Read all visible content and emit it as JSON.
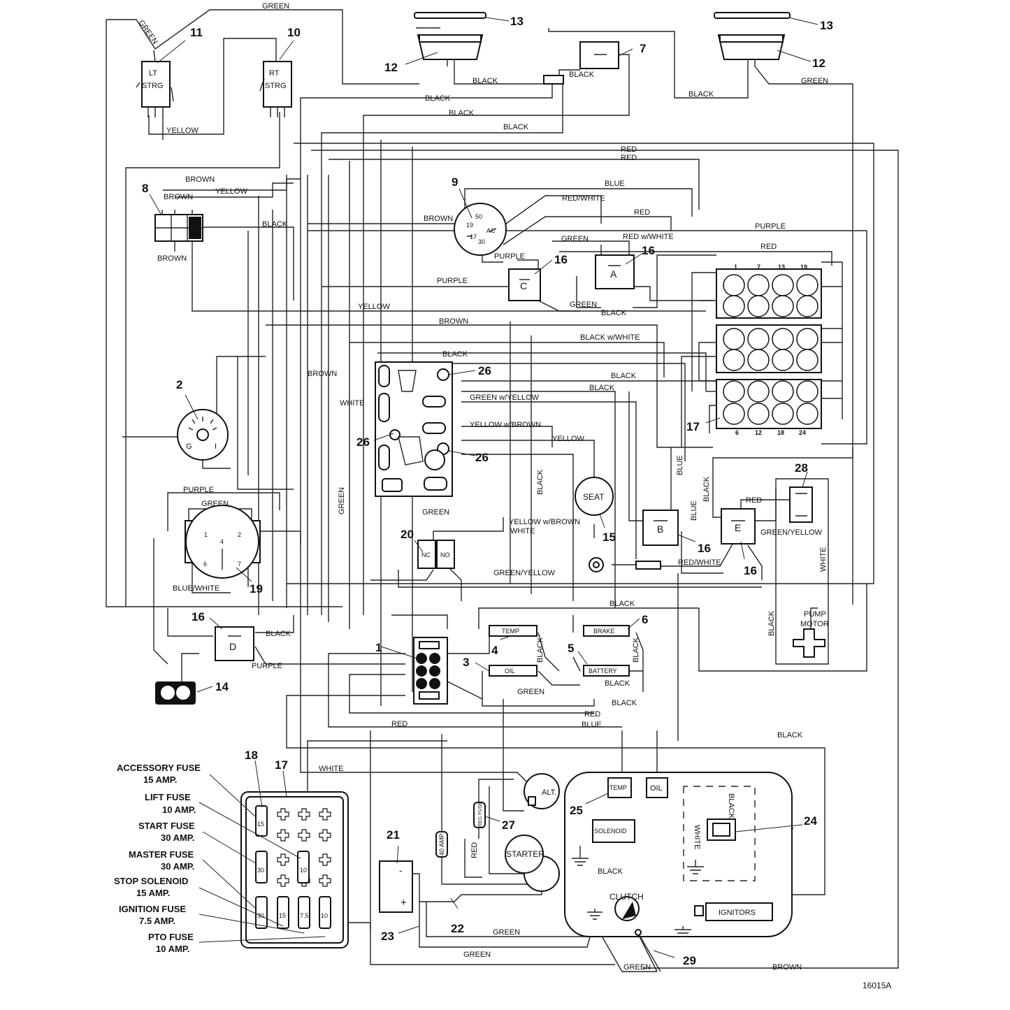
{
  "doc_id": "16015A",
  "components": {
    "c1": "1",
    "c2": "2",
    "c3": "3",
    "c4": "4",
    "c5": "5",
    "c6": "6",
    "c7": "7",
    "c8": "8",
    "c9": "9",
    "c10": "10",
    "c11": "11",
    "c12a": "12",
    "c12b": "12",
    "c13a": "13",
    "c13b": "13",
    "c14": "14",
    "c15": "15",
    "c16a": "16",
    "c16b": "16",
    "c16c": "16",
    "c16d": "16",
    "c16e": "16",
    "c17a": "17",
    "c17b": "17",
    "c18": "18",
    "c19": "19",
    "c20": "20",
    "c21": "21",
    "c22": "22",
    "c23": "23",
    "c24": "24",
    "c25": "25",
    "c26a": "26",
    "c26b": "26",
    "c26c": "26",
    "c27": "27",
    "c28": "28",
    "c29": "29"
  },
  "device_labels": {
    "lt_strg_1": "LT",
    "lt_strg_2": "STRG",
    "rt_strg_1": "RT",
    "rt_strg_2": "STRG",
    "seat": "SEAT",
    "alt": "ALT.",
    "starter": "STARTER",
    "clutch": "CLUTCH",
    "temp_gauge": "TEMP",
    "oil_gauge": "OIL",
    "brake": "BRAKE",
    "battery": "BATTERY",
    "temp_sender": "TEMP",
    "oil_sender": "OIL",
    "solenoid": "SOLENOID",
    "ignitors": "IGNITORS",
    "pump_motor_1": "PUMP",
    "pump_motor_2": "MOTOR",
    "nc": "NC",
    "no": "NO",
    "relay_a": "A",
    "relay_b": "B",
    "relay_c": "C",
    "relay_d": "D",
    "relay_e": "E",
    "amp40": "40 AMP",
    "reg_fuse": "REG FUSE",
    "ign_g": "G",
    "ign_i": "I",
    "key_50": "50",
    "key_19": "19",
    "key_17": "17",
    "key_30": "30",
    "key_ac": "AC",
    "pto_1": "1",
    "pto_2": "2",
    "pto_4": "4",
    "pto_6": "6",
    "pto_7": "7",
    "conn_1": "1",
    "conn_7": "7",
    "conn_13": "13",
    "conn_19": "19",
    "conn_6": "6",
    "conn_12": "12",
    "conn_18": "18",
    "conn_24": "24",
    "batt_minus": "-",
    "batt_plus": "+"
  },
  "wire_labels": {
    "green_top": "GREEN",
    "green_11": "GREEN",
    "yellow_strg": "YELLOW",
    "black_12": "BLACK",
    "black_7": "BLACK",
    "black_a": "BLACK",
    "black_b": "BLACK",
    "black_c": "BLACK",
    "black_12r": "BLACK",
    "green_12r": "GREEN",
    "red1": "RED",
    "red2": "RED",
    "brown_8": "BROWN",
    "yellow_8": "YELLOW",
    "brown_8b": "BROWN",
    "brown_8c": "BROWN",
    "black_8": "BLACK",
    "blue_9": "BLUE",
    "red_white_9": "RED/WHITE",
    "red_9": "RED",
    "brown_9": "BROWN",
    "purple_top": "PURPLE",
    "green_16a": "GREEN",
    "red_w_white": "RED w/WHITE",
    "red_conn": "RED",
    "purple_16c": "PURPLE",
    "purple_mid": "PURPLE",
    "green_16a2": "GREEN",
    "black_16a": "BLACK",
    "yellow_mid": "YELLOW",
    "brown_mid": "BROWN",
    "black_w_white": "BLACK w/WHITE",
    "black_26": "BLACK",
    "black_r1": "BLACK",
    "black_r2": "BLACK",
    "brown_26": "BROWN",
    "white_26": "WHITE",
    "green_w_yellow": "GREEN w/YELLOW",
    "yellow_w_brown": "YELLOW w/BROWN",
    "yellow_seat": "YELLOW",
    "black_vert": "BLACK",
    "green_vert": "GREEN",
    "green_26b": "GREEN",
    "yellow_w_brown2": "YELLOW w/BROWN",
    "white_20": "WHITE",
    "purple_19": "PURPLE",
    "green_19": "GREEN",
    "blue_white_19": "BLUE/WHITE",
    "blue_16b": "BLUE",
    "blue_16b2": "BLUE",
    "black_16e": "BLACK",
    "red_16e": "RED",
    "green_yellow_16e": "GREEN/YELLOW",
    "red_white_16e": "RED/WHITE",
    "white_28": "WHITE",
    "black_pump": "BLACK",
    "green_yellow_20": "GREEN/YELLOW",
    "black_16d": "BLACK",
    "purple_16d": "PURPLE",
    "black_mid": "BLACK",
    "black_temp": "BLACK",
    "black_brake": "BLACK",
    "black_batt": "BLACK",
    "black_batt2": "BLACK",
    "green_oil": "GREEN",
    "red_low": "RED",
    "blue_low": "BLUE",
    "red_low2": "RED",
    "black_right": "BLACK",
    "white_low": "WHITE",
    "red_alt": "RED",
    "green_22": "GREEN",
    "green_23": "GREEN",
    "green_29": "GREEN",
    "brown_29": "BROWN",
    "black_24": "BLACK",
    "white_24": "WHITE",
    "black_sol": "BLACK"
  },
  "fuse_legend": [
    {
      "name": "ACCESSORY FUSE",
      "rating": "15 AMP."
    },
    {
      "name": "LIFT FUSE",
      "rating": "10 AMP."
    },
    {
      "name": "START FUSE",
      "rating": "30 AMP."
    },
    {
      "name": "MASTER FUSE",
      "rating": "30 AMP."
    },
    {
      "name": "STOP SOLENOID",
      "rating": "15 AMP."
    },
    {
      "name": "IGNITION FUSE",
      "rating": "7.5 AMP."
    },
    {
      "name": "PTO FUSE",
      "rating": "10 AMP."
    }
  ],
  "fuse_values": {
    "f15a": "15",
    "f30a": "30",
    "f10a": "10",
    "f30b": "30",
    "f15b": "15",
    "f75": "7.5",
    "f10b": "10"
  }
}
